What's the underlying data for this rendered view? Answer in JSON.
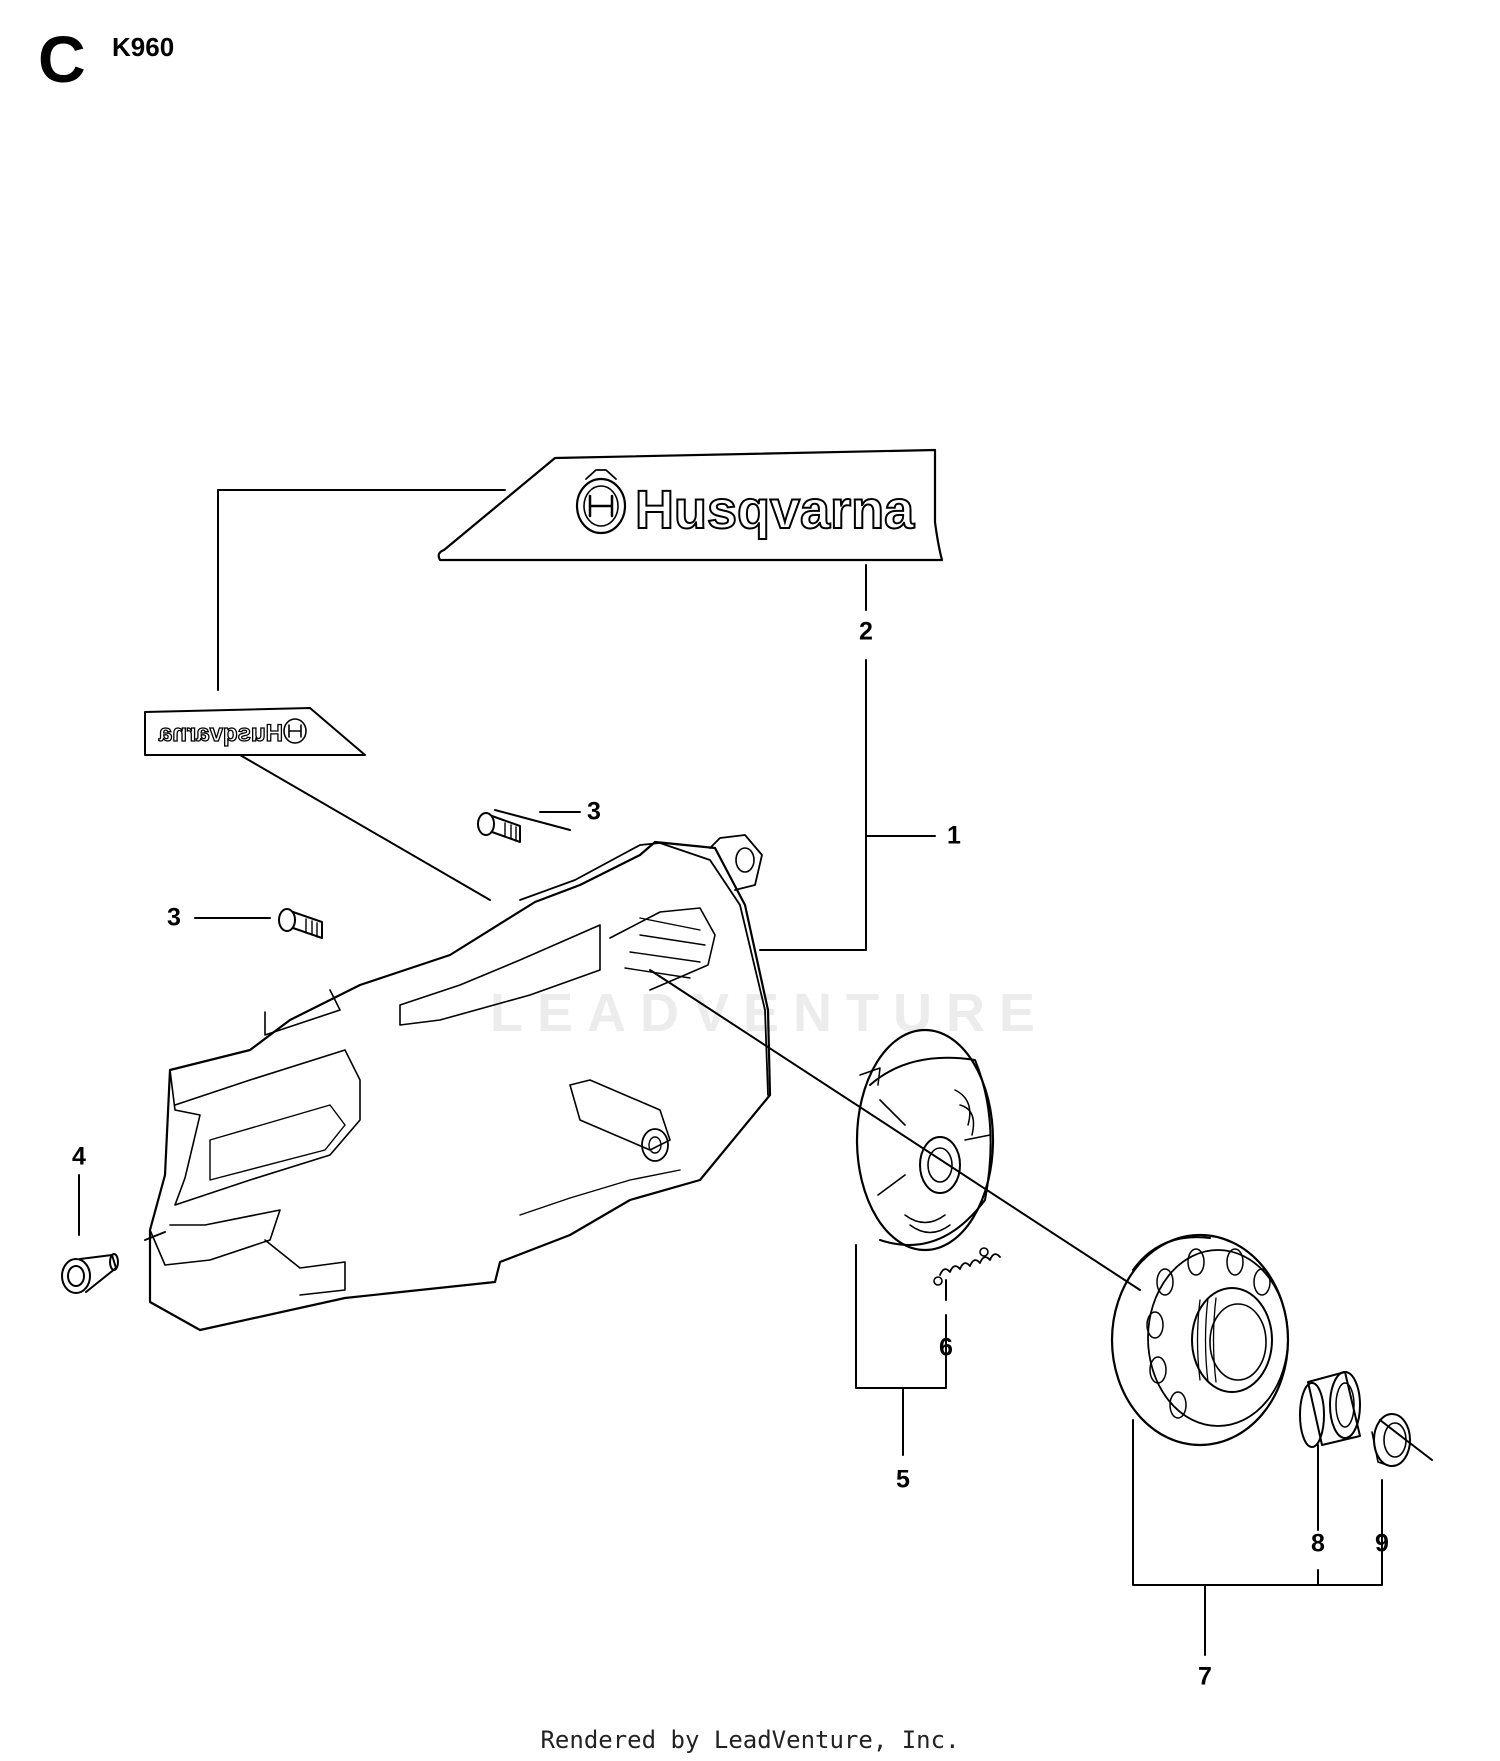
{
  "header": {
    "section_letter": "C",
    "model": "K960"
  },
  "decal": {
    "brand_large": "Husqvarna",
    "brand_small": "Husqvarna"
  },
  "watermark": {
    "text": "LEADVENTURE"
  },
  "callouts": [
    {
      "id": "1",
      "label": "1"
    },
    {
      "id": "2",
      "label": "2"
    },
    {
      "id": "3a",
      "label": "3"
    },
    {
      "id": "3b",
      "label": "3"
    },
    {
      "id": "4",
      "label": "4"
    },
    {
      "id": "5",
      "label": "5"
    },
    {
      "id": "6",
      "label": "6"
    },
    {
      "id": "7",
      "label": "7"
    },
    {
      "id": "8",
      "label": "8"
    },
    {
      "id": "9",
      "label": "9"
    }
  ],
  "footer": {
    "text": "Rendered by LeadVenture, Inc."
  }
}
